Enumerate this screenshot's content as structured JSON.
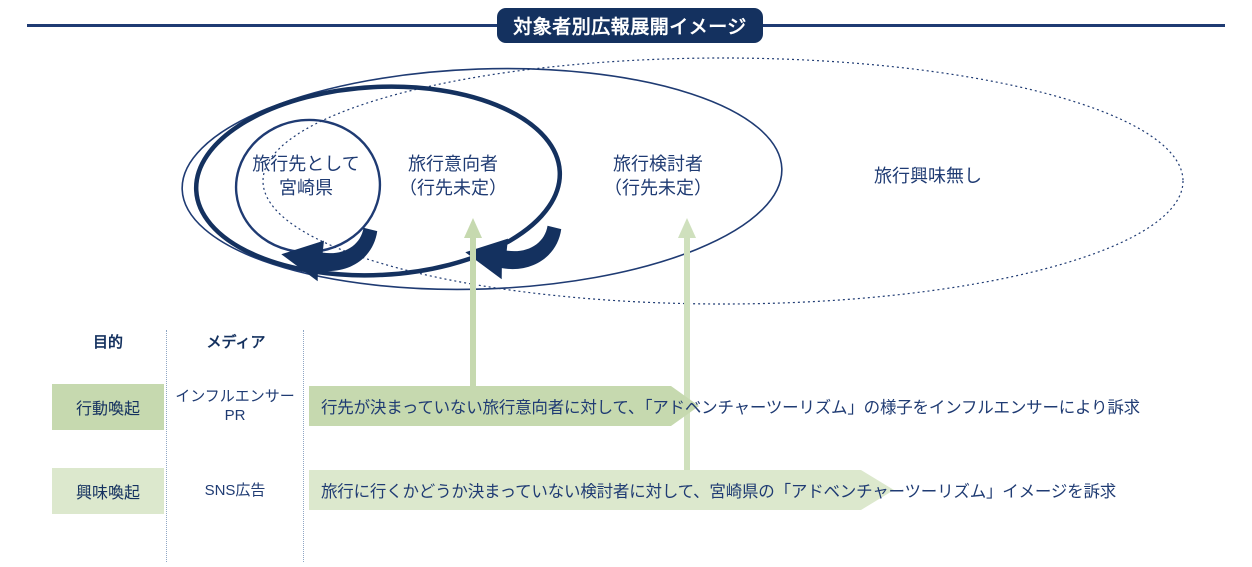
{
  "header": {
    "title": "対象者別広報展開イメージ",
    "accent_color": "#14315f",
    "rule_color": "#1f3b73"
  },
  "audience_diagram": {
    "segments": [
      {
        "id": "destination-miyazaki",
        "label": "旅行先として\n宮崎県",
        "ring": 1
      },
      {
        "id": "travel-intender",
        "label": "旅行意向者\n（行先未定）",
        "ring": 2
      },
      {
        "id": "travel-considerer",
        "label": "旅行検討者\n（行先未定）",
        "ring": 3
      },
      {
        "id": "no-travel-interest",
        "label": "旅行興味無し",
        "ring": 4
      }
    ],
    "ellipse_color": "#1f3b73",
    "arrow_color": "#14315f",
    "up_arrow_color": "#c6d9af"
  },
  "table": {
    "headers": {
      "purpose": "目的",
      "media": "メディア"
    },
    "rows": [
      {
        "purpose": "行動喚起",
        "media": "インフルエンサー\nPR",
        "message": "行先が決まっていない旅行意向者に対して、「アドベンチャーツーリズム」の様子をインフルエンサーにより訴求",
        "band_color": "#c6d9af",
        "purpose_color": "#c6d9af"
      },
      {
        "purpose": "興味喚起",
        "media": "SNS広告",
        "message": "旅行に行くかどうか決まっていない検討者に対して、宮崎県の「アドベンチャーツーリズム」イメージを訴求",
        "band_color": "#dce8cd",
        "purpose_color": "#dce8cd"
      }
    ]
  }
}
